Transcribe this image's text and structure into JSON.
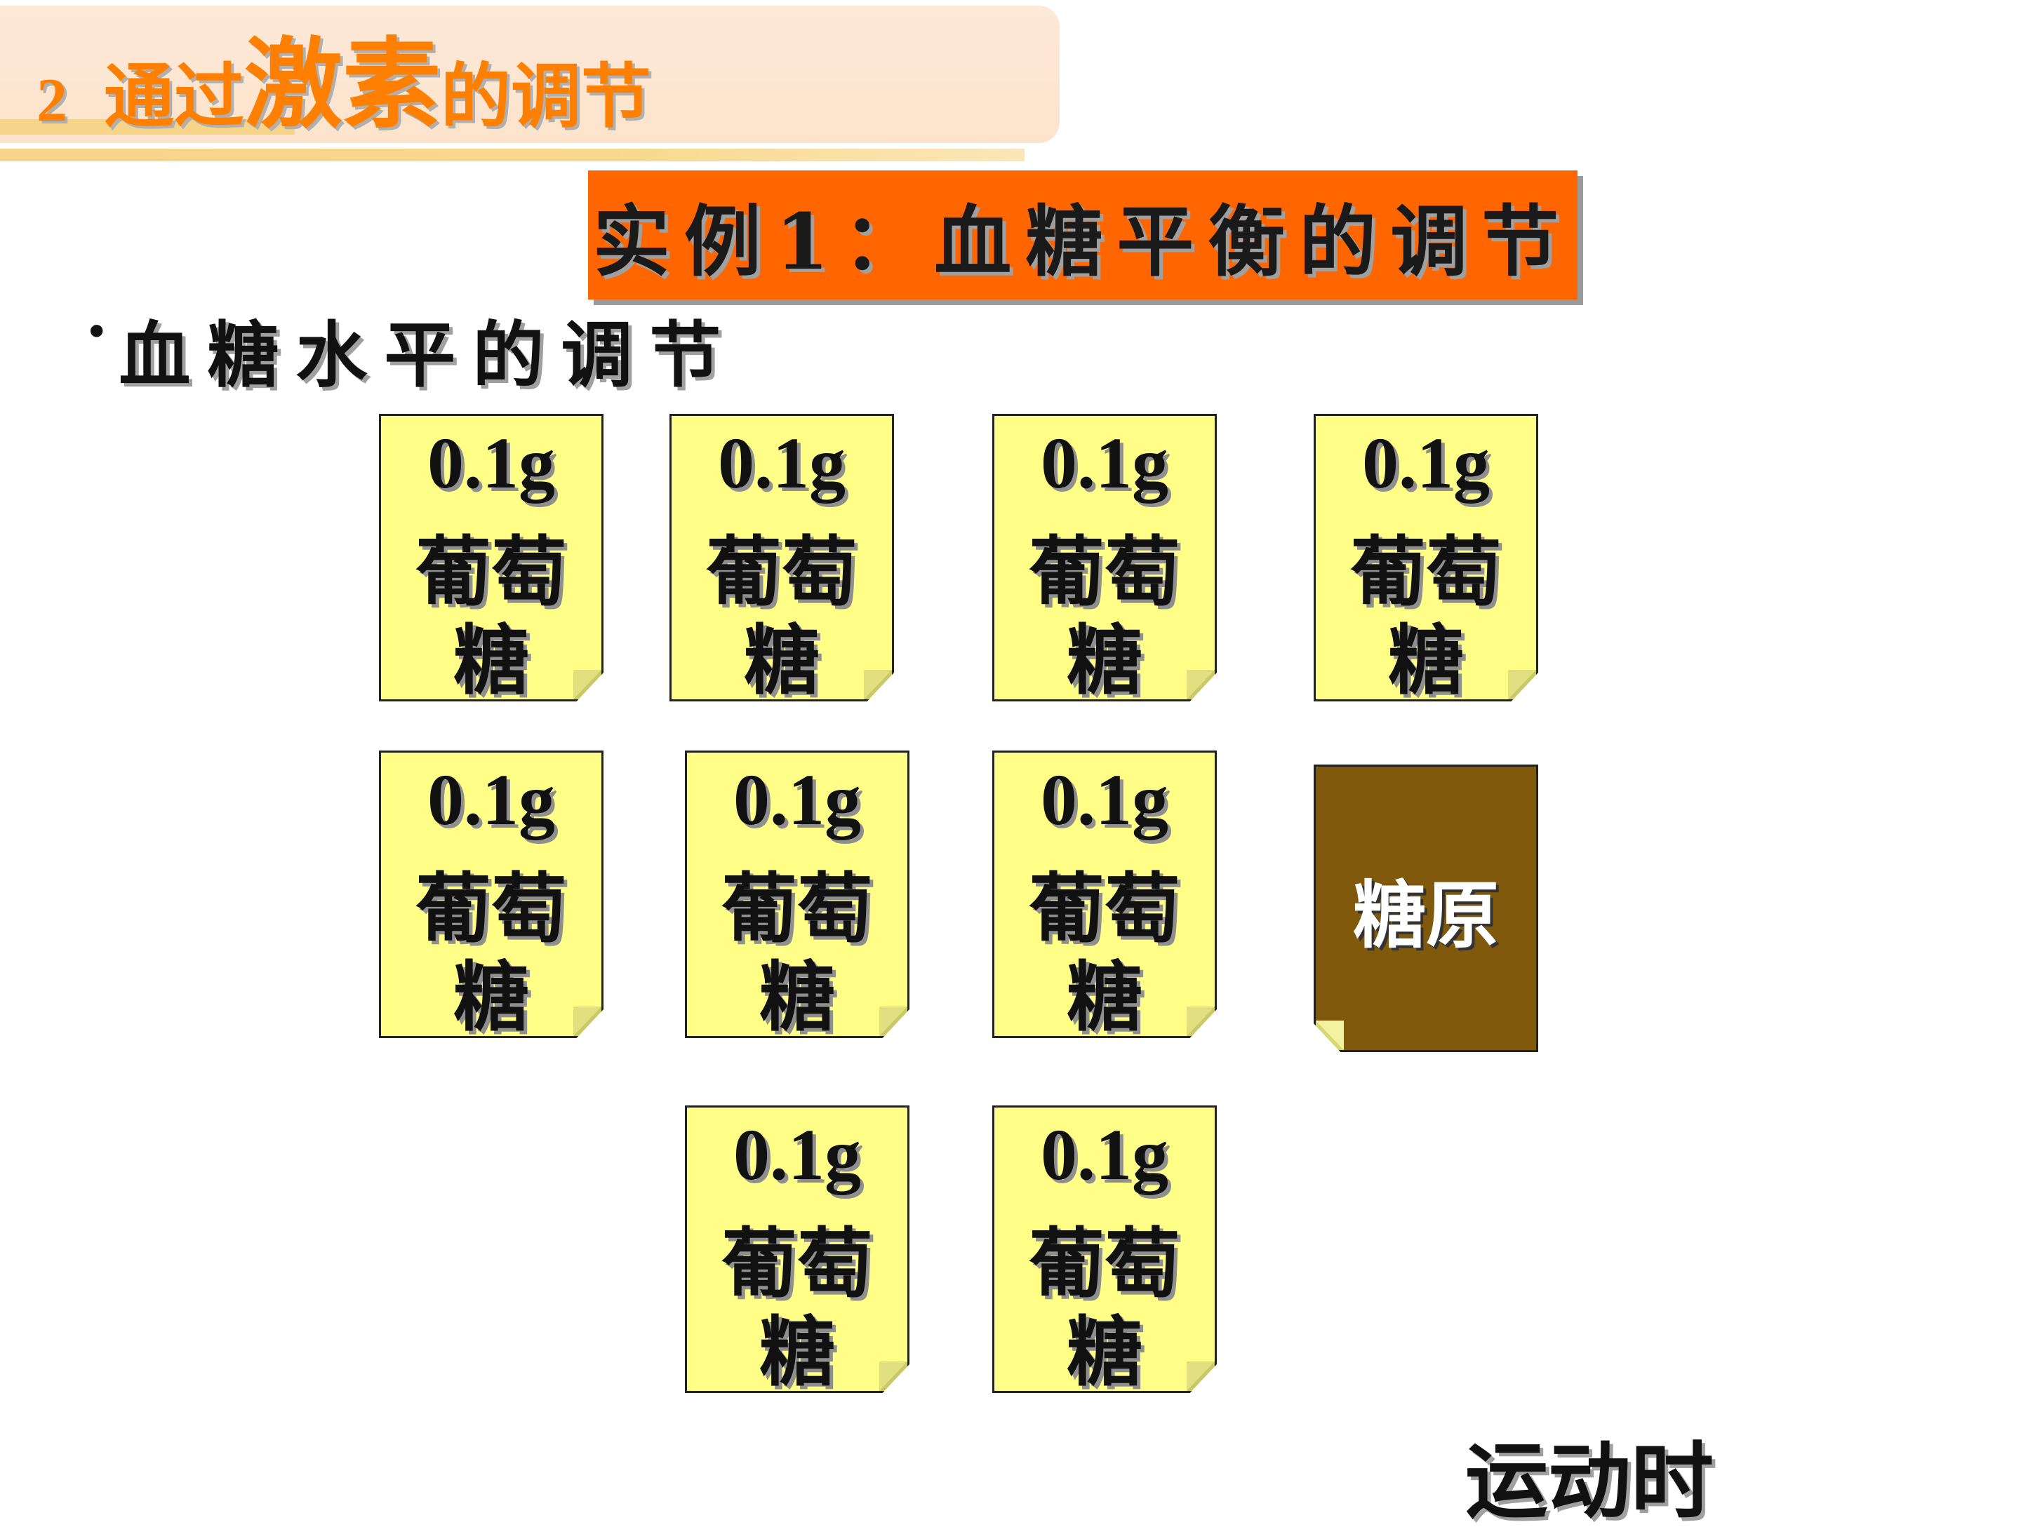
{
  "header": {
    "number": "2",
    "title_pre": "通过",
    "title_emphasis": "激素",
    "title_post": "的调节"
  },
  "example_box": {
    "label": "实例1：血糖平衡的调节"
  },
  "bullet": {
    "dot": "•",
    "text": "血糖水平的调节"
  },
  "glucose_cards": [
    {
      "amount": "0.1g",
      "name_line1": "葡萄",
      "name_line2": "糖"
    },
    {
      "amount": "0.1g",
      "name_line1": "葡萄",
      "name_line2": "糖"
    },
    {
      "amount": "0.1g",
      "name_line1": "葡萄",
      "name_line2": "糖"
    },
    {
      "amount": "0.1g",
      "name_line1": "葡萄",
      "name_line2": "糖"
    },
    {
      "amount": "0.1g",
      "name_line1": "葡萄",
      "name_line2": "糖"
    },
    {
      "amount": "0.1g",
      "name_line1": "葡萄",
      "name_line2": "糖"
    },
    {
      "amount": "0.1g",
      "name_line1": "葡萄",
      "name_line2": "糖"
    },
    {
      "amount": "0.1g",
      "name_line1": "葡萄",
      "name_line2": "糖"
    },
    {
      "amount": "0.1g",
      "name_line1": "葡萄",
      "name_line2": "糖"
    }
  ],
  "glycogen_card": {
    "label": "糖原"
  },
  "caption": {
    "text": "运动时"
  },
  "colors": {
    "accent_orange": "#ff6600",
    "title_orange": "#ff7f00",
    "card_yellow": "#ffff88",
    "glycogen_brown": "#80590d",
    "header_bg": "#fde9d8",
    "header_line": "#f6d48a"
  }
}
